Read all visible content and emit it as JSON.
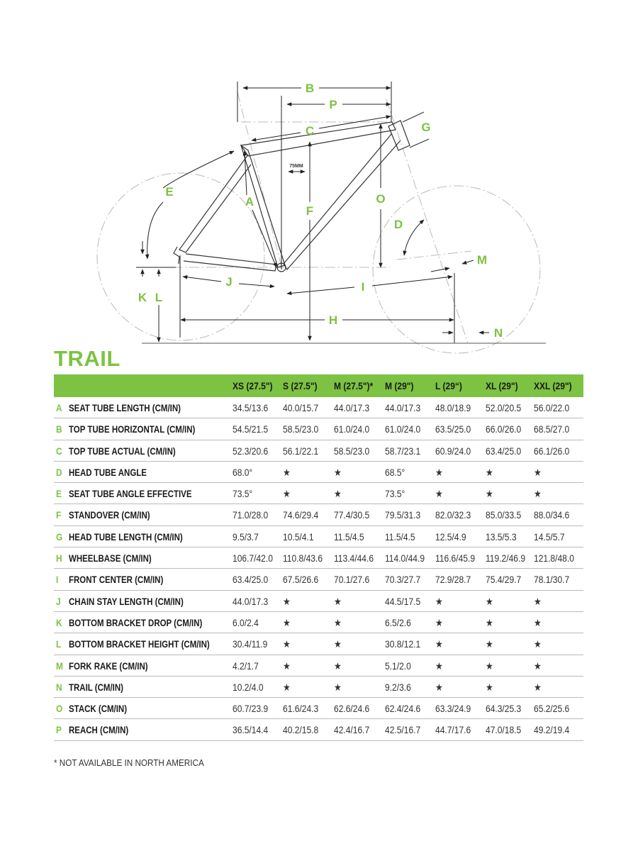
{
  "diagram": {
    "labels": {
      "A": "A",
      "B": "B",
      "C": "C",
      "D": "D",
      "E": "E",
      "F": "F",
      "G": "G",
      "H": "H",
      "I": "I",
      "J": "J",
      "K": "K",
      "L": "L",
      "M": "M",
      "N": "N",
      "O": "O",
      "P": "P"
    },
    "offset_note": "75MM"
  },
  "title": "TRAIL",
  "accent_color": "#7dc242",
  "table": {
    "columns": [
      "XS (27.5\")",
      "S (27.5\")",
      "M (27.5\")*",
      "M (29\")",
      "L (29“)",
      "XL (29\")",
      "XXL (29\")"
    ],
    "rows": [
      {
        "letter": "A",
        "name": "SEAT TUBE LENGTH (CM/IN)",
        "values": [
          "34.5/13.6",
          "40.0/15.7",
          "44.0/17.3",
          "44.0/17.3",
          "48.0/18.9",
          "52.0/20.5",
          "56.0/22.0"
        ]
      },
      {
        "letter": "B",
        "name": "TOP TUBE HORIZONTAL (CM/IN)",
        "values": [
          "54.5/21.5",
          "58.5/23.0",
          "61.0/24.0",
          "61.0/24.0",
          "63.5/25.0",
          "66.0/26.0",
          "68.5/27.0"
        ]
      },
      {
        "letter": "C",
        "name": "TOP TUBE ACTUAL (CM/IN)",
        "values": [
          "52.3/20.6",
          "56.1/22.1",
          "58.5/23.0",
          "58.7/23.1",
          "60.9/24.0",
          "63.4/25.0",
          "66.1/26.0"
        ]
      },
      {
        "letter": "D",
        "name": "HEAD TUBE ANGLE",
        "values": [
          "68.0°",
          "★",
          "★",
          "68.5°",
          "★",
          "★",
          "★"
        ]
      },
      {
        "letter": "E",
        "name": "SEAT TUBE ANGLE EFFECTIVE",
        "values": [
          "73.5°",
          "★",
          "★",
          "73.5°",
          "★",
          "★",
          "★"
        ]
      },
      {
        "letter": "F",
        "name": "STANDOVER (CM/IN)",
        "values": [
          "71.0/28.0",
          "74.6/29.4",
          "77.4/30.5",
          "79.5/31.3",
          "82.0/32.3",
          "85.0/33.5",
          "88.0/34.6"
        ]
      },
      {
        "letter": "G",
        "name": "HEAD TUBE LENGTH (CM/IN)",
        "values": [
          "9.5/3.7",
          "10.5/4.1",
          "11.5/4.5",
          "11.5/4.5",
          "12.5/4.9",
          "13.5/5.3",
          "14.5/5.7"
        ]
      },
      {
        "letter": "H",
        "name": "WHEELBASE (CM/IN)",
        "values": [
          "106.7/42.0",
          "110.8/43.6",
          "113.4/44.6",
          "114.0/44.9",
          "116.6/45.9",
          "119.2/46.9",
          "121.8/48.0"
        ]
      },
      {
        "letter": "I",
        "name": "FRONT CENTER (CM/IN)",
        "values": [
          "63.4/25.0",
          "67.5/26.6",
          "70.1/27.6",
          "70.3/27.7",
          "72.9/28.7",
          "75.4/29.7",
          "78.1/30.7"
        ]
      },
      {
        "letter": "J",
        "name": "CHAIN STAY LENGTH (CM/IN)",
        "values": [
          "44.0/17.3",
          "★",
          "★",
          "44.5/17.5",
          "★",
          "★",
          "★"
        ]
      },
      {
        "letter": "K",
        "name": "BOTTOM BRACKET DROP (CM/IN)",
        "values": [
          "6.0/2.4",
          "★",
          "★",
          "6.5/2.6",
          "★",
          "★",
          "★"
        ]
      },
      {
        "letter": "L",
        "name": "BOTTOM BRACKET HEIGHT (CM/IN)",
        "values": [
          "30.4/11.9",
          "★",
          "★",
          "30.8/12.1",
          "★",
          "★",
          "★"
        ]
      },
      {
        "letter": "M",
        "name": "FORK RAKE (CM/IN)",
        "values": [
          "4.2/1.7",
          "★",
          "★",
          "5.1/2.0",
          "★",
          "★",
          "★"
        ]
      },
      {
        "letter": "N",
        "name": "TRAIL (CM/IN)",
        "values": [
          "10.2/4.0",
          "★",
          "★",
          "9.2/3.6",
          "★",
          "★",
          "★"
        ]
      },
      {
        "letter": "O",
        "name": "STACK (CM/IN)",
        "values": [
          "60.7/23.9",
          "61.6/24.3",
          "62.6/24.6",
          "62.4/24.6",
          "63.3/24.9",
          "64.3/25.3",
          "65.2/25.6"
        ]
      },
      {
        "letter": "P",
        "name": "REACH (CM/IN)",
        "values": [
          "36.5/14.4",
          "40.2/15.8",
          "42.4/16.7",
          "42.5/16.7",
          "44.7/17.6",
          "47.0/18.5",
          "49.2/19.4"
        ]
      }
    ]
  },
  "footnote": "* NOT AVAILABLE IN NORTH AMERICA"
}
